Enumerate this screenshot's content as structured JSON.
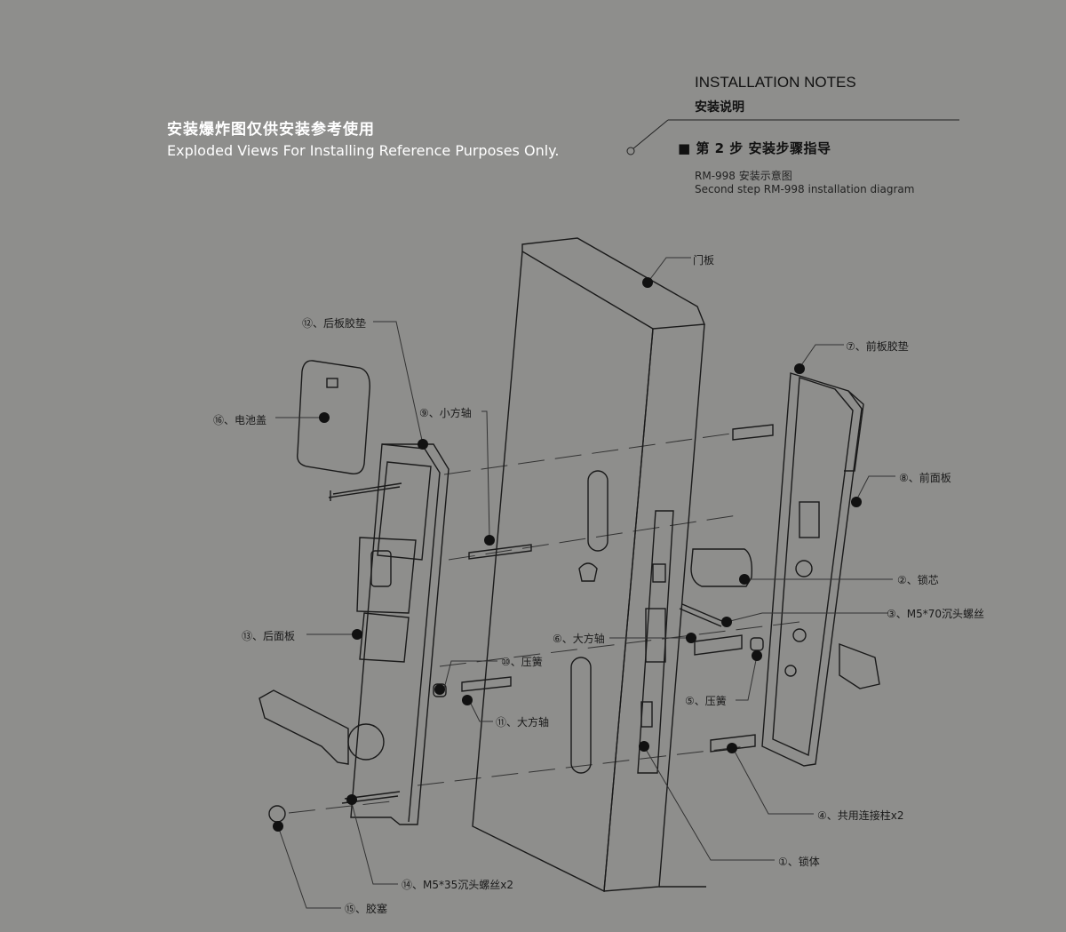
{
  "header": {
    "disclaimer_cn": "安装爆炸图仅供安装参考使用",
    "disclaimer_en": "Exploded Views For  Installing  Reference  Purposes Only.",
    "notes_title": "INSTALLATION NOTES",
    "notes_subtitle": "安装说明",
    "step_title": "■  第 2 步   安装步骤指导",
    "diagram_caption_cn": "RM-998 安装示意图",
    "diagram_caption_en": "Second step RM-998 installation diagram"
  },
  "labels": {
    "door_panel": "门板",
    "rear_gasket": "⑫、后板胶垫",
    "battery_cover": "⑯、电池盖",
    "small_spindle": "⑨、小方轴",
    "front_gasket": "⑦、前板胶垫",
    "front_panel": "⑧、前面板",
    "lock_cylinder": "②、锁芯",
    "screw_m5x70": "③、M5*70沉头螺丝",
    "large_spindle_6": "⑥、大方轴",
    "spring_10": "⑩、压簧",
    "rear_panel": "⑬、后面板",
    "large_spindle_11": "⑪、大方轴",
    "spring_5": "⑤、压簧",
    "connecting_post": "④、共用连接柱x2",
    "lock_body": "①、锁体",
    "screw_m5x35": "⑭、M5*35沉头螺丝x2",
    "rubber_plug": "⑮、胶塞"
  }
}
